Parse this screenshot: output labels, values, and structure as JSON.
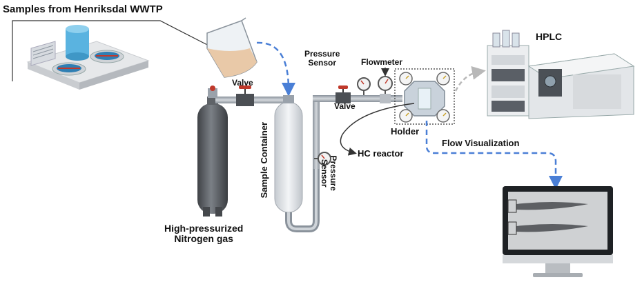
{
  "labels": {
    "samples_title": "Samples from Henriksdal WWTP",
    "valve_top": "Valve",
    "pressure_sensor_top_line1": "Pressure",
    "pressure_sensor_top_line2": "Sensor",
    "flowmeter": "Flowmeter",
    "valve_right": "Valve",
    "hplc": "HPLC",
    "holder": "Holder",
    "hc_reactor": "HC reactor",
    "flow_visualization": "Flow Visualization",
    "sample_container": "Sample Container",
    "pressure_sensor_side_line1": "Pressure",
    "pressure_sensor_side_line2": "Sensor",
    "nitrogen_line1": "High-pressurized",
    "nitrogen_line2": "Nitrogen gas"
  },
  "colors": {
    "pipe": "#9aa2ab",
    "valve_red": "#c0392b",
    "arrow_blue": "#4a7fd6",
    "arrow_grey": "#b8b8b8",
    "cylinder": "#5f6368",
    "container": "#dde1e5"
  }
}
